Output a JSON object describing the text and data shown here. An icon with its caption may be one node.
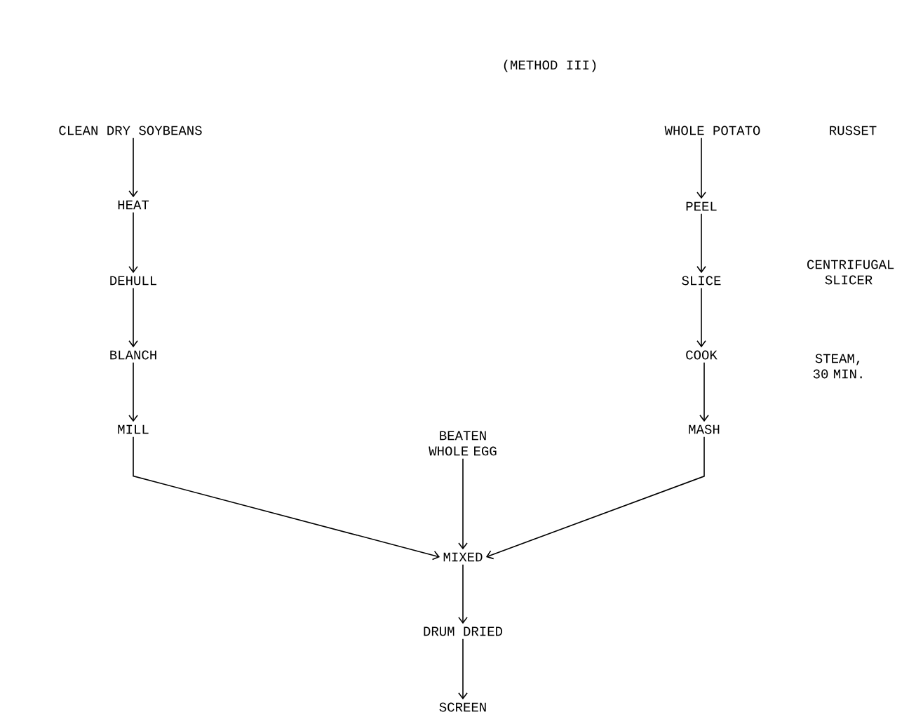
{
  "diagram": {
    "title": "(METHOD III)",
    "nodes": [
      {
        "text": [
          "CLEAN DRY SOYBEANS"
        ]
      },
      {
        "text": [
          "HEAT"
        ]
      },
      {
        "text": [
          "DEHULL"
        ]
      },
      {
        "text": [
          "BLANCH"
        ]
      },
      {
        "text": [
          "MILL"
        ]
      },
      {
        "text": [
          "WHOLE POTATO"
        ]
      },
      {
        "text": [
          "PEEL"
        ]
      },
      {
        "text": [
          "SLICE"
        ]
      },
      {
        "text": [
          "COOK"
        ]
      },
      {
        "text": [
          "MASH"
        ]
      },
      {
        "text": [
          "BEATEN WHOLE EGG"
        ]
      },
      {
        "text": [
          "MIXED"
        ]
      },
      {
        "text": [
          "DRUM DRIED"
        ]
      },
      {
        "text": [
          "SCREEN"
        ]
      }
    ],
    "edges": [
      {
        "from": 0,
        "to": 1,
        "arrow": "to"
      },
      {
        "from": 1,
        "to": 2,
        "arrow": "to"
      },
      {
        "from": 2,
        "to": 3,
        "arrow": "to"
      },
      {
        "from": 3,
        "to": 4,
        "arrow": "to"
      },
      {
        "from": 4,
        "to": 11,
        "arrow": "to"
      },
      {
        "from": 5,
        "to": 6,
        "arrow": "to"
      },
      {
        "from": 6,
        "to": 7,
        "arrow": "to"
      },
      {
        "from": 7,
        "to": 8,
        "arrow": "to"
      },
      {
        "from": 8,
        "to": 9,
        "arrow": "to"
      },
      {
        "from": 9,
        "to": 11,
        "arrow": "to"
      },
      {
        "from": 10,
        "to": 11,
        "arrow": "to"
      },
      {
        "from": 11,
        "to": 12,
        "arrow": "to"
      },
      {
        "from": 12,
        "to": 13,
        "arrow": "to"
      }
    ],
    "labels": [
      "RUSSET",
      "CENTRIFUGAL SLICER",
      "STEAM, 30 MIN."
    ]
  }
}
